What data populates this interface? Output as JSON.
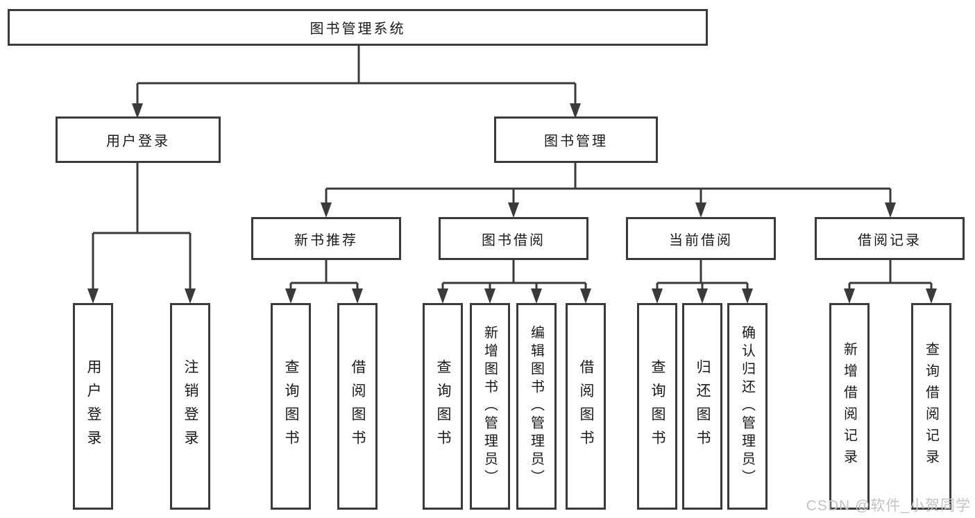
{
  "nodes": {
    "root": {
      "label": "图书管理系统"
    },
    "user_login": {
      "label": "用户登录"
    },
    "book_mgmt": {
      "label": "图书管理"
    },
    "new_book": {
      "label": "新书推荐"
    },
    "book_borrow": {
      "label": "图书借阅"
    },
    "current_borrow": {
      "label": "当前借阅"
    },
    "borrow_records": {
      "label": "借阅记录"
    },
    "leaf_user_login": {
      "label": "用户登录"
    },
    "leaf_logout": {
      "label": "注销登录"
    },
    "leaf_nb_query": {
      "label": "查询图书"
    },
    "leaf_nb_borrow": {
      "label": "借阅图书"
    },
    "leaf_bb_query": {
      "label": "查询图书"
    },
    "leaf_bb_add": {
      "label": "新增图书（管理员）"
    },
    "leaf_bb_edit": {
      "label": "编辑图书（管理员）"
    },
    "leaf_bb_borrow": {
      "label": "借阅图书"
    },
    "leaf_cb_query": {
      "label": "查询图书"
    },
    "leaf_cb_return": {
      "label": "归还图书"
    },
    "leaf_cb_confirm": {
      "label": "确认归还（管理员）"
    },
    "leaf_br_add": {
      "label": "新增借阅记录"
    },
    "leaf_br_query": {
      "label": "查询借阅记录"
    }
  },
  "watermark": {
    "text": "CSDN @软件_小贺同学"
  },
  "colors": {
    "line": "#3a3a3a",
    "text": "#1a1a1a",
    "watermark": "#c3c3c3",
    "background": "#ffffff"
  }
}
